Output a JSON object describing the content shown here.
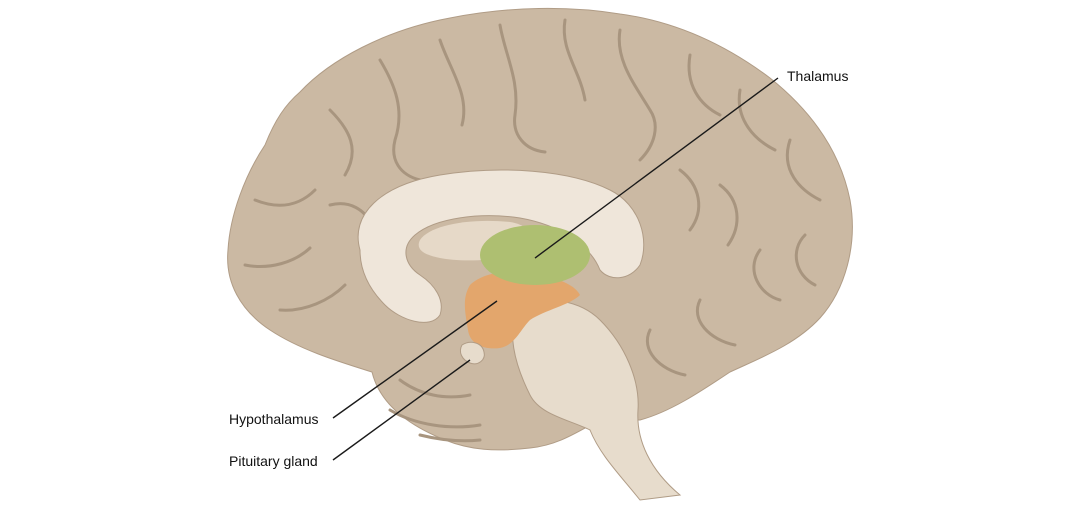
{
  "labels": {
    "thalamus": "Thalamus",
    "hypothalamus": "Hypothalamus",
    "pituitary": "Pituitary gland"
  },
  "colors": {
    "cortex": "#cbb9a3",
    "cortex_outline": "#b09c86",
    "sulcus": "#a8957f",
    "corpus_callosum": "#efe6da",
    "ventricle": "#e6d9c8",
    "thalamus": "#aebf71",
    "hypothalamus": "#e3a66c",
    "brainstem": "#e7dccc",
    "leader_line": "#1a1a1a"
  },
  "icons": {
    "illustration": "brain-midsagittal-illustration"
  }
}
